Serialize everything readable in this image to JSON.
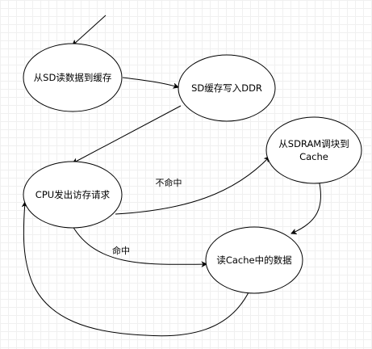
{
  "diagram": {
    "nodes": {
      "sd_read": "从SD读数据到缓存",
      "sd_write_ddr": "SD缓存写入DDR",
      "sdram_to_cache_line1": "从SDRAM调块到",
      "sdram_to_cache_line2": "Cache",
      "cpu_request": "CPU发出访存请求",
      "read_cache": "读Cache中的数据"
    },
    "edges": {
      "miss": "不命中",
      "hit": "命中"
    }
  },
  "colors": {
    "stroke": "#000000",
    "fill": "#ffffff",
    "grid": "#f0f0f0"
  }
}
